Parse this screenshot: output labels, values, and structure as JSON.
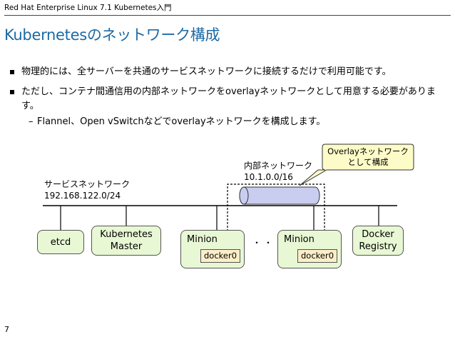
{
  "header": {
    "text": "Red Hat Enterprise Linux 7.1 Kubernetes入門"
  },
  "slide": {
    "title": "Kubernetesのネットワーク構成",
    "bullets": [
      "物理的には、全サーバーを共通のサービスネットワークに接続するだけで利用可能です。",
      "ただし、コンテナ間通信用の内部ネットワークをoverlayネットワークとして用意する必要があります。"
    ],
    "sub_bullet": {
      "dash": "–",
      "text": "Flannel、Open vSwitchなどでoverlayネットワークを構成します。"
    },
    "page_number": "7"
  },
  "diagram": {
    "service_network": {
      "name": "サービスネットワーク",
      "cidr": "192.168.122.0/24"
    },
    "internal_network": {
      "name": "内部ネットワーク",
      "cidr": "10.1.0.0/16"
    },
    "callout": {
      "line1": "Overlayネットワーク",
      "line2": "として構成"
    },
    "nodes": {
      "etcd": "etcd",
      "master_line1": "Kubernetes",
      "master_line2": "Master",
      "minion1": "Minion",
      "minion2": "Minion",
      "docker0_1": "docker0",
      "docker0_2": "docker0",
      "dots": "・・・",
      "registry_line1": "Docker",
      "registry_line2": "Registry"
    },
    "colors": {
      "title": "#1c6aa6",
      "node_fill": "#e8f7d4",
      "docker_fill": "#fbeec8",
      "tube_fill": "#c9cdf0",
      "callout_fill": "#fdfcc8"
    }
  }
}
